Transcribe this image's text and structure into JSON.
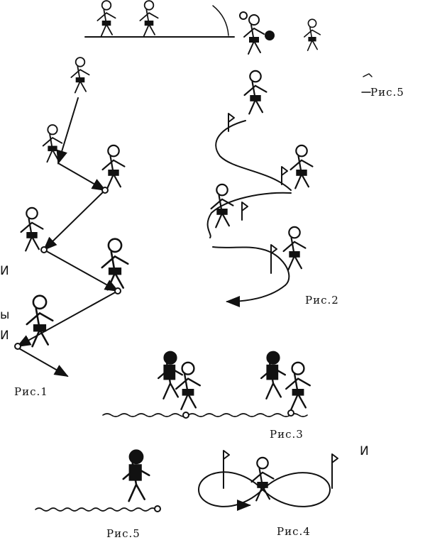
{
  "captions": {
    "fig1": "Рис.1",
    "fig2": "Рис.2",
    "fig3": "Рис.3",
    "fig4": "Рис.4",
    "fig5_bottom": "Рис.5",
    "fig5_top": "Рис.5"
  },
  "margin_fragments": [
    "И",
    "ы",
    "И",
    "И"
  ],
  "ink_color": "#111111"
}
